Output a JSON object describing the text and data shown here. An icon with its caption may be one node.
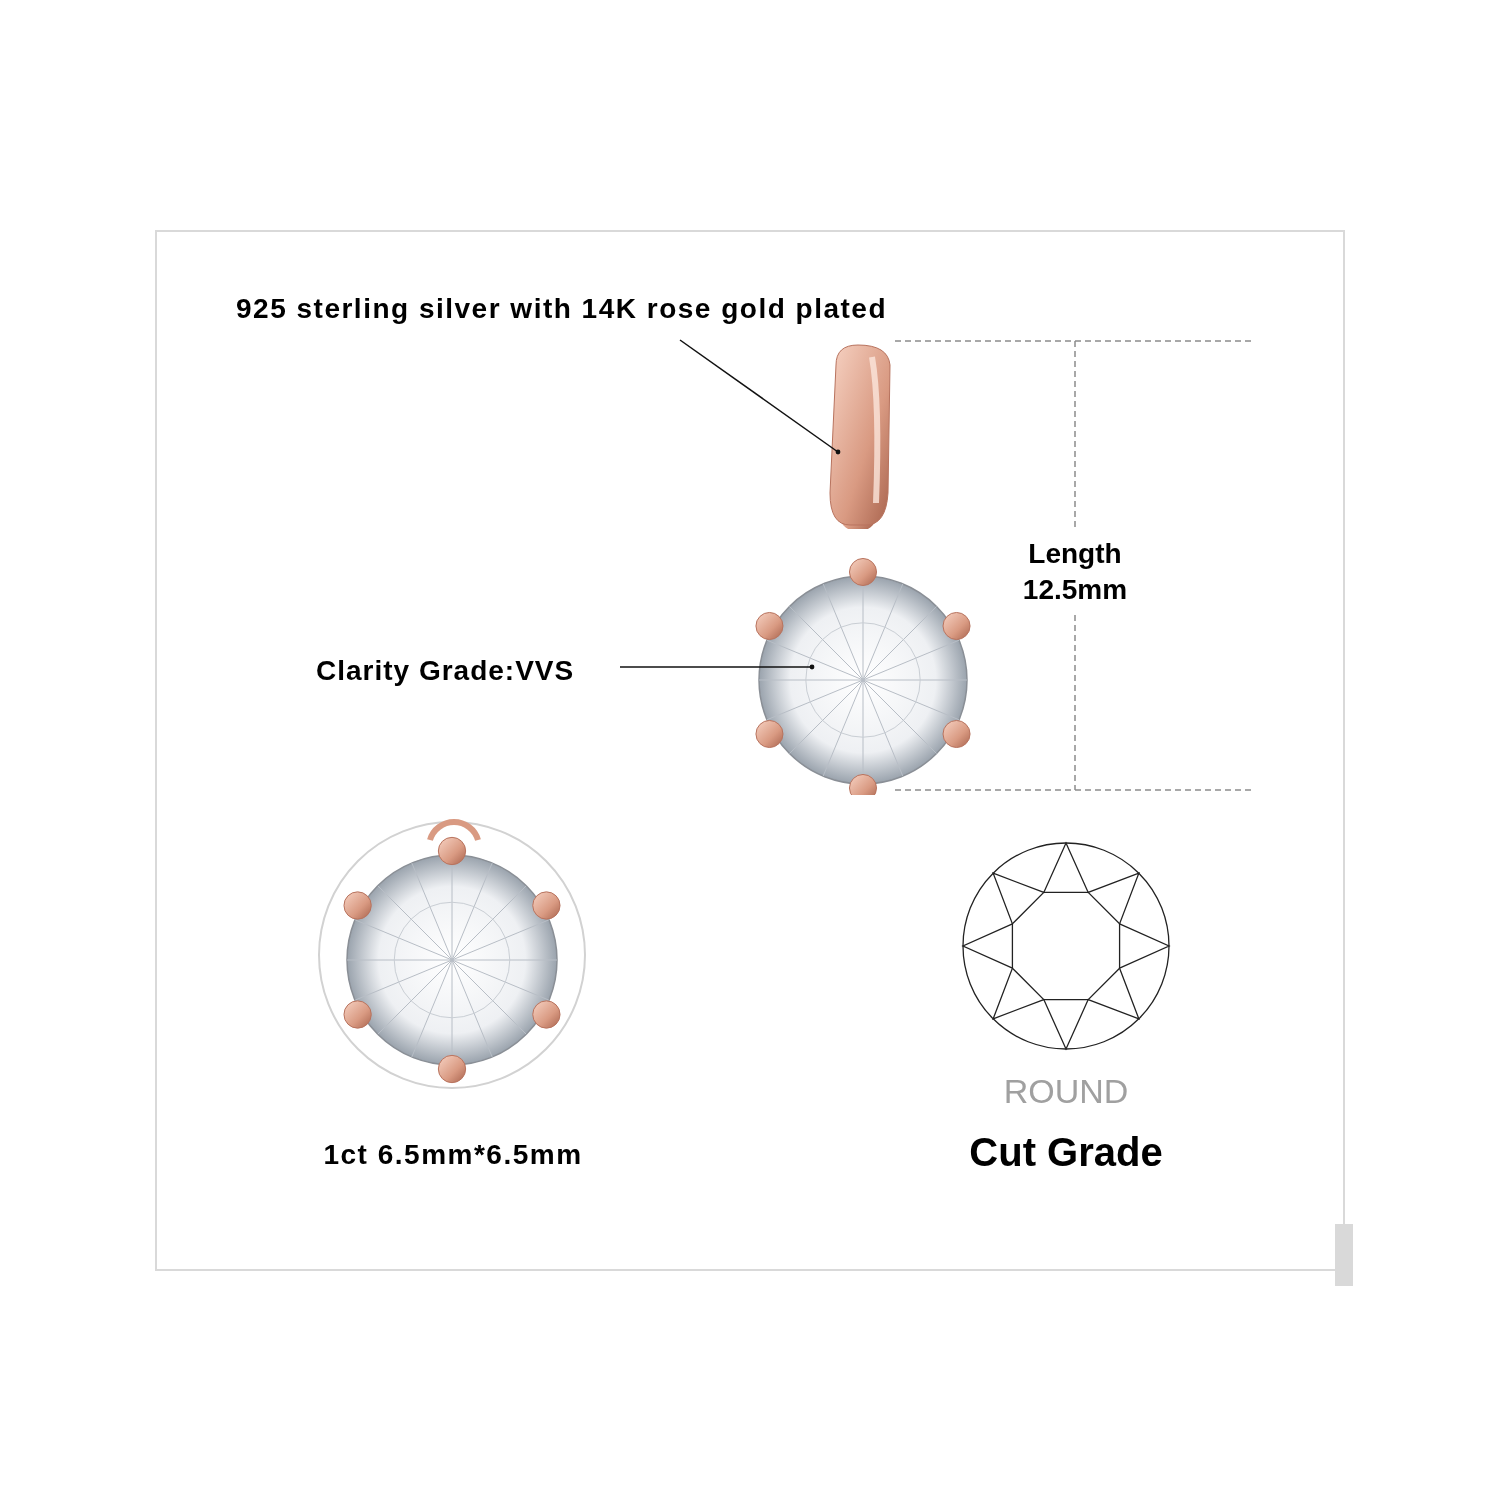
{
  "diagram": {
    "nodes": [
      {
        "text": [
          "925 sterling silver with 14K rose gold plated"
        ]
      },
      {
        "text": [],
        "shape": "picture"
      },
      {
        "text": [
          "Clarity Grade:VVS"
        ]
      },
      {
        "text": [],
        "shape": "picture"
      }
    ],
    "edges": [
      {
        "from": 0,
        "to": 1,
        "arrow": "other"
      },
      {
        "from": 2,
        "to": 3,
        "arrow": "other"
      }
    ],
    "labels": [
      "Length 12.5mm",
      "1ct 6.5mm*6.5mm",
      "ROUND",
      "Cut Grade"
    ]
  }
}
